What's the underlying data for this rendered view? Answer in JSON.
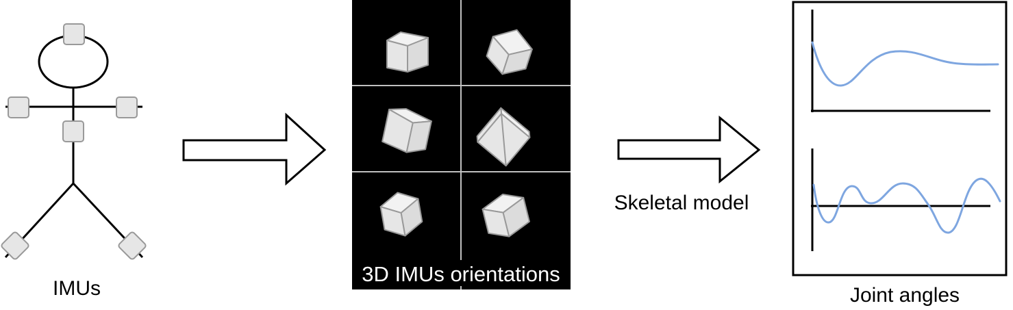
{
  "labels": {
    "imus": "IMUs",
    "orientations": "3D IMUs orientations",
    "skeletal_model": "Skeletal model",
    "joint_angles": "Joint angles"
  },
  "colors": {
    "sensor_fill": "#e6e6e6",
    "sensor_stroke": "#999999",
    "orientation_bg": "#000000",
    "grid_line": "#c0c0c0",
    "curve": "#7ea6e0",
    "line": "#000000"
  },
  "icons": {
    "sensor": "imu-sensor-icon",
    "arrow": "right-arrow-icon",
    "cube": "cube-icon"
  }
}
